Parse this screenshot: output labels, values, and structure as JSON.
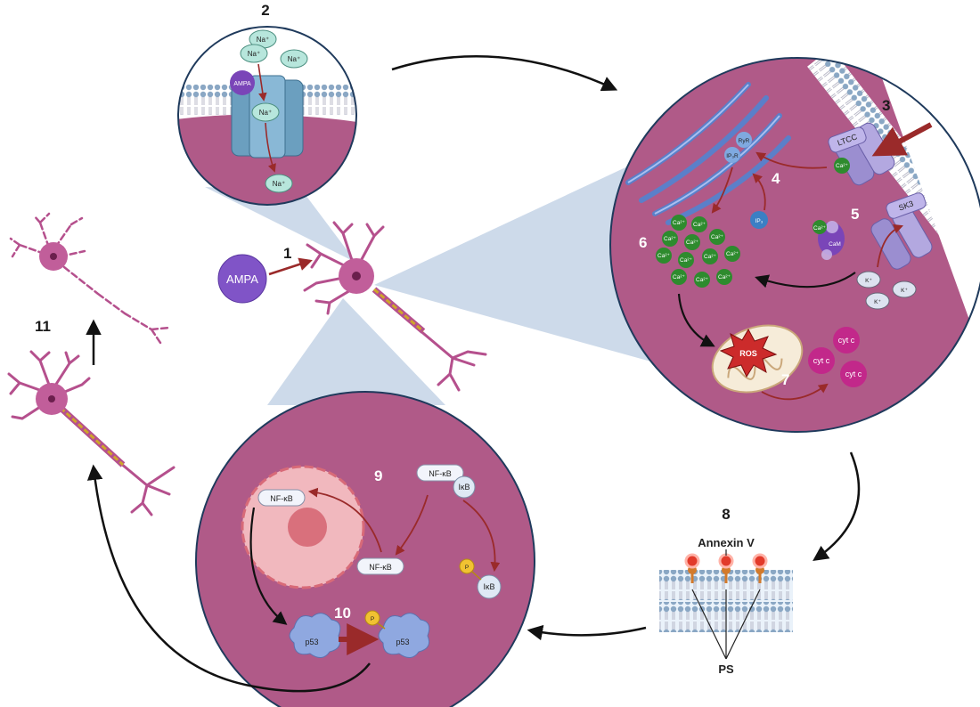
{
  "steps": {
    "s1": "1",
    "s2": "2",
    "s3": "3",
    "s4": "4",
    "s5": "5",
    "s6": "6",
    "s7": "7",
    "s8": "8",
    "s9": "9",
    "s10": "10",
    "s11": "11"
  },
  "ampa": {
    "ligand": "AMPA",
    "receptor": "AMPA"
  },
  "sodium": {
    "ion": "Na⁺"
  },
  "er": {
    "ryr": "RyR",
    "ip3r": "IP₃R",
    "ip3": "IP₃"
  },
  "channels": {
    "ltcc": "LTCC",
    "sk3": "SK3",
    "cam": "CaM"
  },
  "ions": {
    "calcium": "Ca²⁺",
    "potassium": "K⁺"
  },
  "mito": {
    "ros": "ROS",
    "cytc": "cyt c"
  },
  "membrane": {
    "annexin": "Annexin V",
    "ps": "PS"
  },
  "nucleus_panel": {
    "nfkb": "NF-κB",
    "ikb": "IκB",
    "p53": "p53",
    "phos": "P"
  },
  "colors": {
    "cytoplasm": "#b05a88",
    "bubble": "#c4d3e6",
    "neuron": "#b5508d",
    "arrow_red": "#9a2a2a",
    "calcium": "#2e8b2e",
    "channel": "#9b8ed0"
  }
}
